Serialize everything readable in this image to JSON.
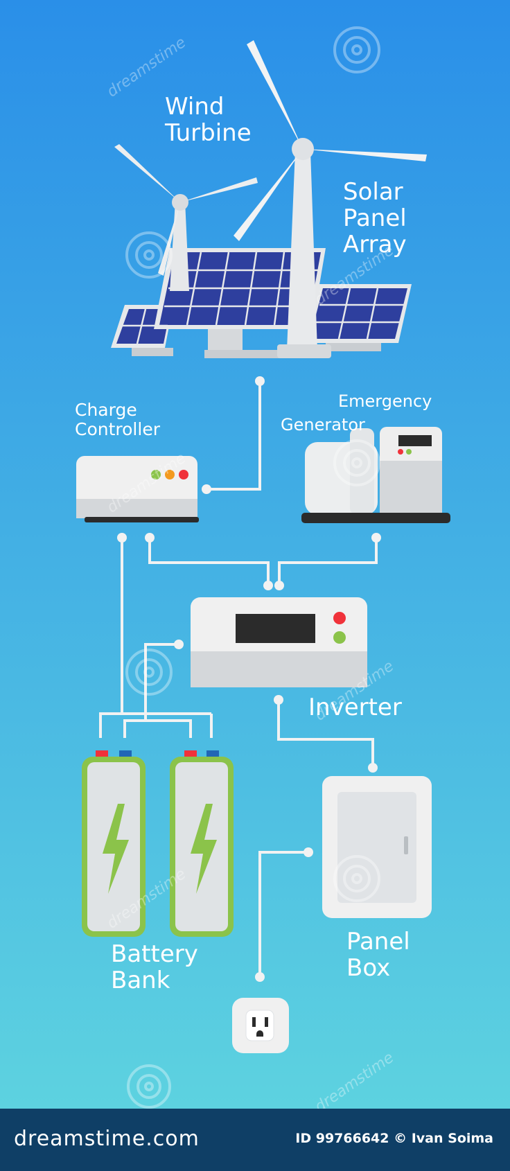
{
  "labels": {
    "wind_turbine": [
      "Wind",
      "Turbine"
    ],
    "solar_panel_array": [
      "Solar",
      "Panel",
      "Array"
    ],
    "charge_controller": [
      "Charge",
      "Controller"
    ],
    "emergency_generator": [
      "Emergency",
      "Generator"
    ],
    "inverter": "Inverter",
    "battery_bank": [
      "Battery",
      "Bank"
    ],
    "panel_box": [
      "Panel",
      "Box"
    ]
  },
  "watermark": "dreamstime",
  "footer": {
    "logo": "dreamstime.com",
    "credit": "ID 99766642 © Ivan Soima"
  },
  "colors": {
    "bg_top": "#2a8fe8",
    "bg_bottom": "#5dd2e0",
    "wire": "#f2f2f2",
    "device": "#f0f0f0",
    "device_shade": "#cfd3d6",
    "solar_cell": "#2e3f9e",
    "battery_green": "#8bc34a",
    "led_red": "#f0323a",
    "led_green": "#8bc34a",
    "led_orange": "#f39a1f",
    "footer": "#0f3f66"
  }
}
